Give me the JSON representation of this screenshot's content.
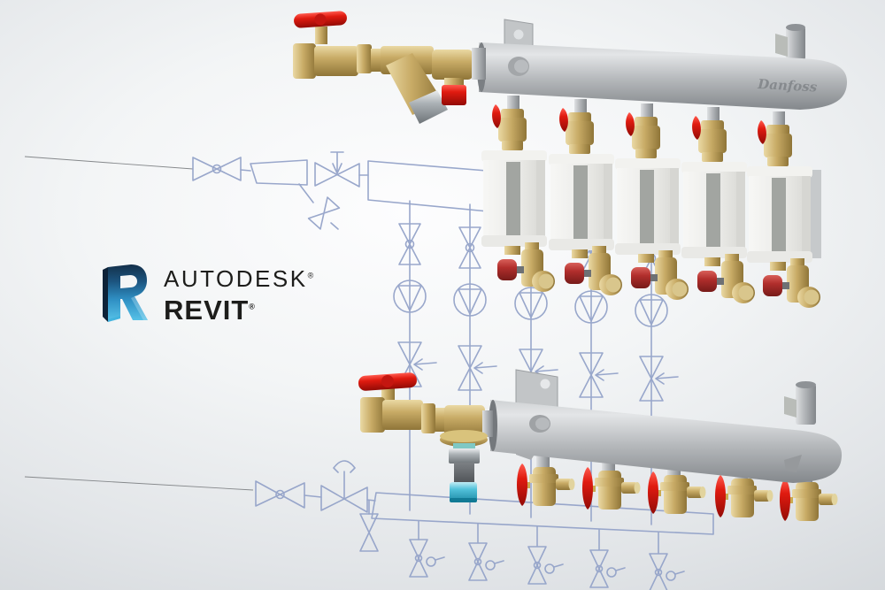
{
  "logo": {
    "brand": "AUTODESK",
    "brand_reg": "®",
    "product": "REVIT",
    "product_reg": "®",
    "icon": "revit-r-icon",
    "icon_colors": {
      "dark": "#132f49",
      "mid": "#2e8ec2",
      "light": "#59c5ea"
    }
  },
  "manifold": {
    "brand_text": "Danfoss",
    "top_circuits": 5,
    "bottom_circuits": 5
  },
  "colors": {
    "background_center": "#fdfdfe",
    "background_edge": "#c3c7cb",
    "schematic_line": "#94a3c9",
    "leader_line": "#85888b",
    "manifold_steel": "#b5b8bb",
    "brass": "#c8ab66",
    "handle_red": "#e01b10",
    "knob_dark_red": "#b12e2c",
    "actuator_white": "#ebebe8",
    "flow_meter_cyan": "#52c2da",
    "chrome": "#aab0b4"
  },
  "schematic": {
    "riser_count": 5,
    "lockshield_count": 5
  }
}
